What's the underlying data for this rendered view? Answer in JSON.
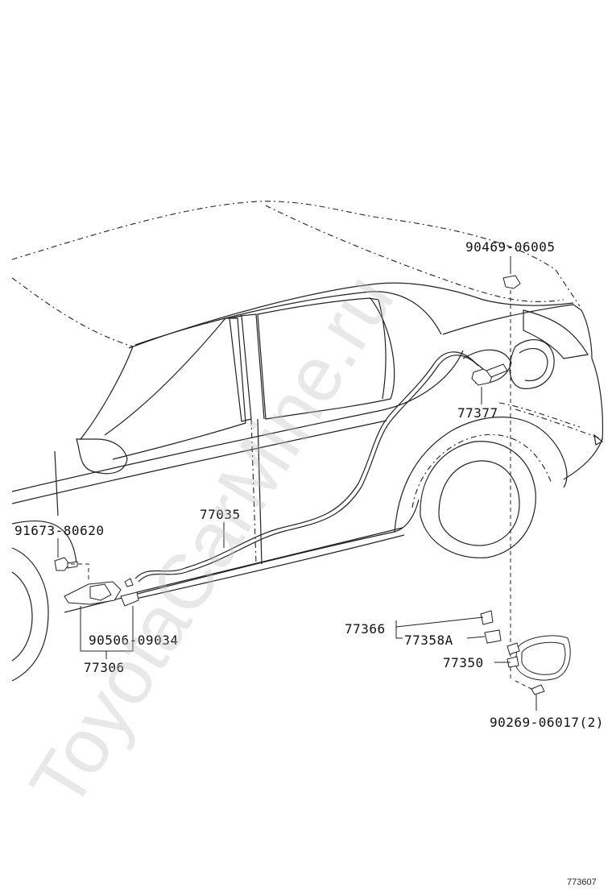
{
  "watermark": "ToyotaCarMine.ru",
  "ref_code": "773607",
  "parts": {
    "p90469": "90469-06005",
    "p77377": "77377",
    "p91673": "91673-80620",
    "p77035": "77035",
    "p90506": "90506-09034",
    "p77306": "77306",
    "p77366": "77366",
    "p77358A": "77358A",
    "p77350": "77350",
    "p90269": "90269-06017(2)"
  }
}
